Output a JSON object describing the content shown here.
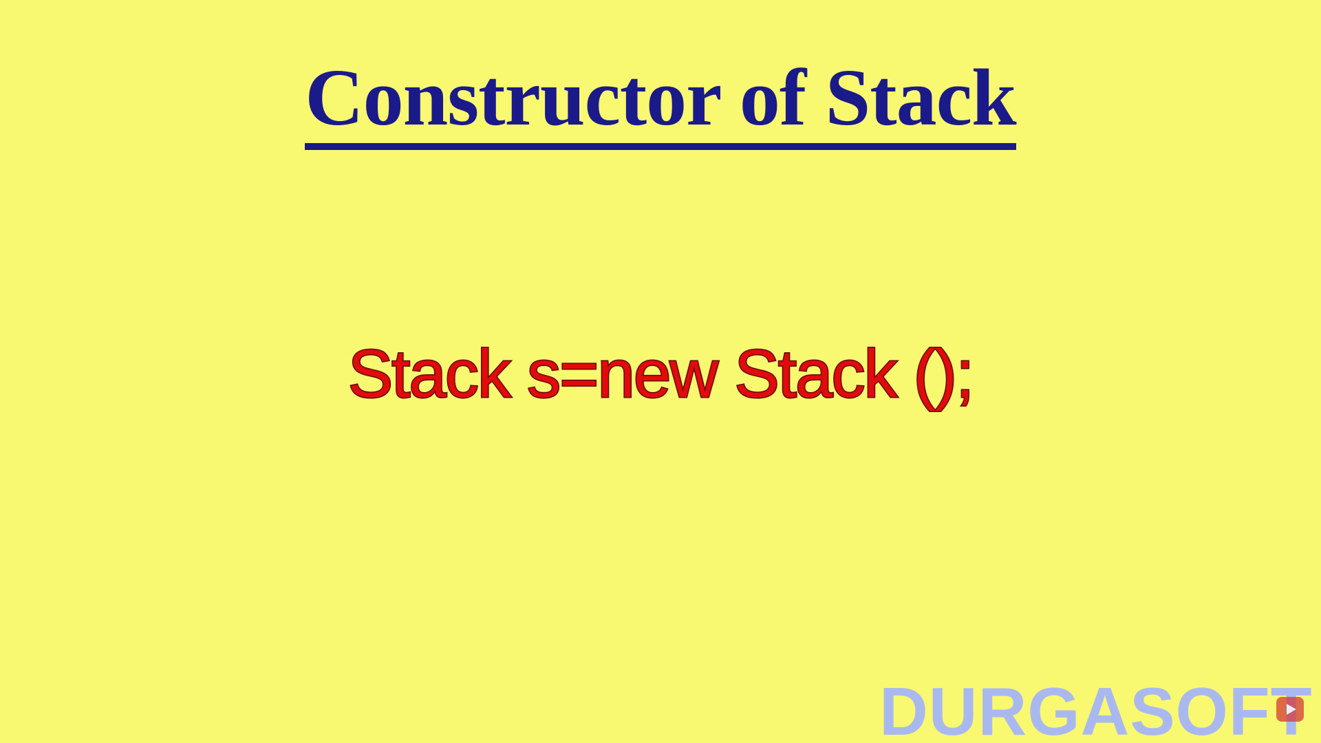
{
  "slide": {
    "title": "Constructor of Stack",
    "code": "Stack s=new Stack ();",
    "watermark": "DURGASOFT",
    "badge_icon": "youtube-play-icon",
    "colors": {
      "background": "#f9f871",
      "title": "#1b1a8a",
      "code": "#e20a0a",
      "watermark": "#a9b9f0"
    }
  }
}
